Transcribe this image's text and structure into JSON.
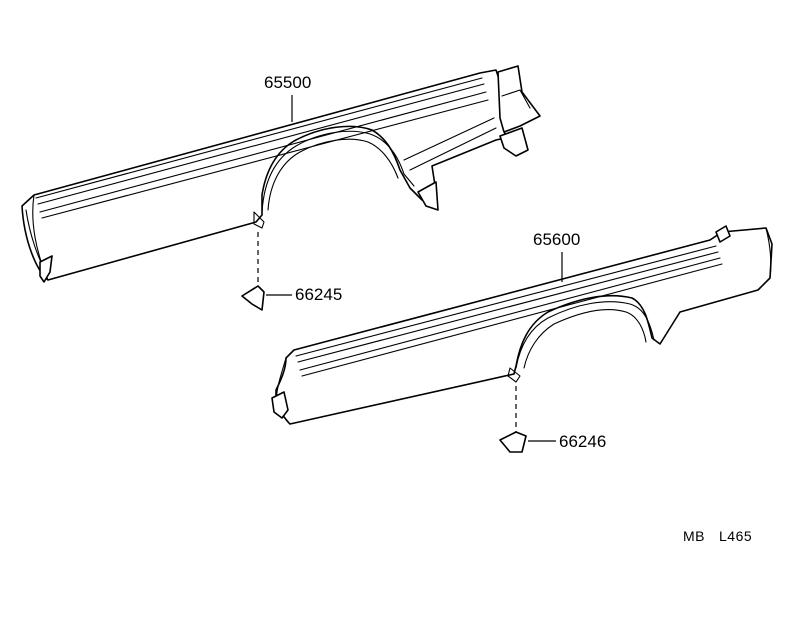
{
  "diagram": {
    "parts": [
      {
        "number": "65500"
      },
      {
        "number": "66245"
      },
      {
        "number": "65600"
      },
      {
        "number": "66246"
      }
    ],
    "drawing_code": {
      "prefix": "MB",
      "number": "L465"
    }
  }
}
